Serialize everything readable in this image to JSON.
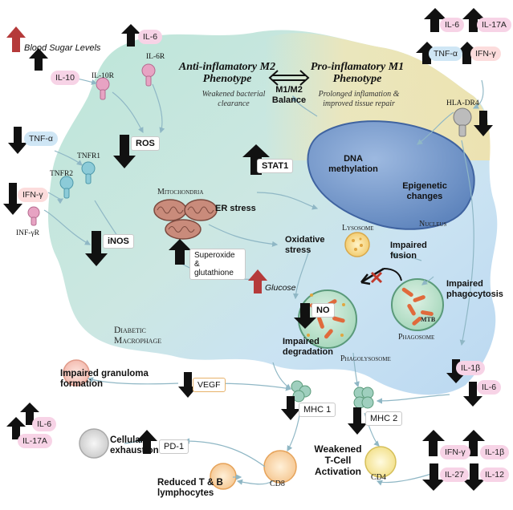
{
  "labels": {
    "blood_sugar": "Blood Sugar Levels",
    "il10r": "IL-10R",
    "il6r": "IL-6R",
    "tnfr1": "TNFR1",
    "tnfr2": "TNFR2",
    "infgr": "INF-γR",
    "hla": "HLA-DR4",
    "m2_title": "Anti-inflamatory M2 Phenotype",
    "m2_sub": "Weakened bacterial clearance",
    "balance": "M1/M2 Balance",
    "m1_title": "Pro-inflamatory M1 Phenotype",
    "m1_sub": "Prolonged inflamation & improved tissue repair",
    "ros": "ROS",
    "stat1": "STAT1",
    "dna_methylation": "DNA methylation",
    "epigenetic": "Epigenetic changes",
    "nucleus": "Nucleus",
    "mitochondria": "Mitochondria",
    "er_stress": "ER stress",
    "inos": "iNOS",
    "superoxide": "Superoxide & glutathione",
    "oxidative": "Oxidative stress",
    "lysosome": "Lysosome",
    "impaired_fusion": "Impaired fusion",
    "glucose": "Glucose",
    "impaired_phago": "Impaired phagocytosis",
    "no": "NO",
    "mtb": "MTB",
    "phagosome": "Phagosome",
    "diabetic_macrophage": "Diabetic Macrophage",
    "impaired_degradation": "Impaired degradation",
    "phagolysosome": "Phagolysosome",
    "impaired_granuloma": "Impaired granuloma formation",
    "vegf": "VEGF",
    "mhc1": "MHC 1",
    "mhc2": "MHC 2",
    "cellular_exhaustion": "Cellular exhaustion",
    "pd1": "PD-1",
    "weakened_t": "Weakened T-Cell Activation",
    "cd8": "CD8",
    "cd4": "CD4",
    "reduced_tb": "Reduced T & B lymphocytes"
  },
  "cytokines": {
    "il10": "IL-10",
    "il6_top": "IL-6",
    "tnfa_left": "TNF-α",
    "ifng_left": "IFN-γ",
    "il6_tr": "IL-6",
    "il17a_tr": "IL-17A",
    "tnfa_tr": "TNF-α",
    "ifng_tr": "IFN-γ",
    "il1b_r": "IL-1β",
    "il6_r": "IL-6",
    "il6_bl": "IL-6",
    "il17a_bl": "IL-17A",
    "ifng_br": "IFN-γ",
    "il1b_br": "IL-1β",
    "il27_br": "IL-27",
    "il12_br": "IL-12"
  },
  "colors": {
    "cell_green": "#b5e0d4",
    "cell_yellow": "#f2e2a6",
    "cell_blue": "#bfdcf1",
    "nucleus": "#6f93c9",
    "arrow_black": "#111111",
    "arrow_red": "#b53a3a",
    "pill_pink": "#f7d3e6",
    "pill_blue": "#cfe6f5"
  },
  "icons": [
    "up-arrow-icon",
    "down-arrow-icon",
    "receptor-icon",
    "mitochondria-icon",
    "lysosome-icon",
    "phagosome-icon",
    "bacteria-icon",
    "red-x-icon",
    "mhc-icon",
    "t-cell-icon"
  ]
}
